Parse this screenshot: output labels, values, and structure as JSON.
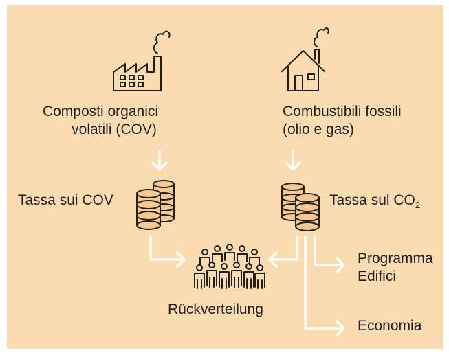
{
  "sources": {
    "left": {
      "line1": "Composti organici",
      "line2": "volatili (COV)",
      "icon": "factory-icon"
    },
    "right": {
      "line1": "Combustibili fossili",
      "line2": "(olio e gas)",
      "icon": "house-icon"
    }
  },
  "taxes": {
    "left": {
      "label": "Tassa sui COV",
      "icon": "coin-stack-icon"
    },
    "right": {
      "label": "Tassa sul CO",
      "subscript": "2",
      "icon": "coin-stack-icon"
    }
  },
  "destinations": {
    "redistribution": {
      "label": "Rückverteilung",
      "icon": "people-group-icon"
    },
    "buildings": {
      "line1": "Programma",
      "line2": "Edifici"
    },
    "economy": {
      "label": "Economia"
    }
  },
  "colors": {
    "background": "#fbdcb0",
    "arrows": "#ffffff",
    "coin_fill": "#f6c992",
    "ink": "#1f1f1f"
  }
}
